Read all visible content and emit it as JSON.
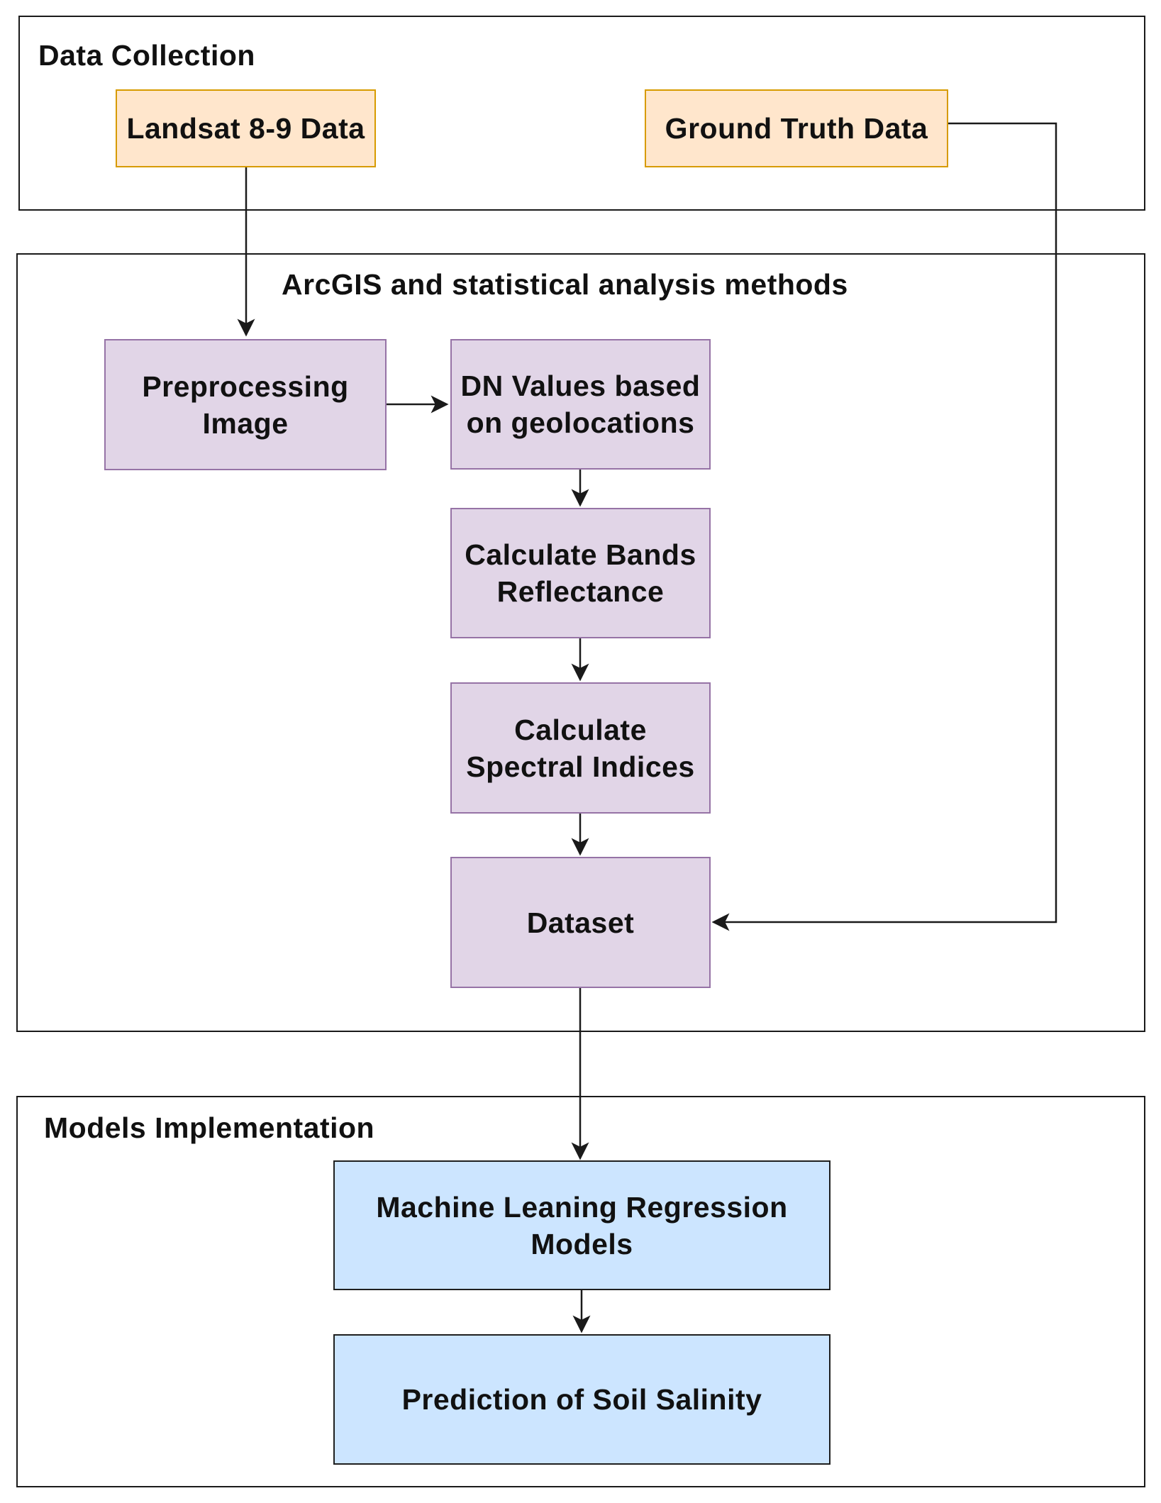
{
  "groups": {
    "data_collection": "Data Collection",
    "analysis": "ArcGIS and statistical analysis methods",
    "models": "Models Implementation"
  },
  "nodes": {
    "landsat": "Landsat 8-9 Data",
    "ground_truth": "Ground Truth Data",
    "preprocessing": "Preprocessing\nImage",
    "dn_values": "DN Values based\non geolocations",
    "bands_reflectance": "Calculate  Bands\nReflectance",
    "spectral_indices": "Calculate\nSpectral Indices",
    "dataset": "Dataset",
    "ml_models": "Machine Leaning Regression\nModels",
    "prediction": "Prediction of Soil Salinity"
  },
  "edges": [
    {
      "from": "landsat",
      "to": "preprocessing"
    },
    {
      "from": "preprocessing",
      "to": "dn_values"
    },
    {
      "from": "dn_values",
      "to": "bands_reflectance"
    },
    {
      "from": "bands_reflectance",
      "to": "spectral_indices"
    },
    {
      "from": "spectral_indices",
      "to": "dataset"
    },
    {
      "from": "ground_truth",
      "to": "dataset"
    },
    {
      "from": "dataset",
      "to": "ml_models"
    },
    {
      "from": "ml_models",
      "to": "prediction"
    }
  ],
  "colors": {
    "source_fill": "#ffe6cc",
    "source_border": "#d79b00",
    "process_fill": "#e1d5e7",
    "process_border": "#9673a6",
    "model_fill": "#cce5ff",
    "line": "#1a1a1a"
  }
}
